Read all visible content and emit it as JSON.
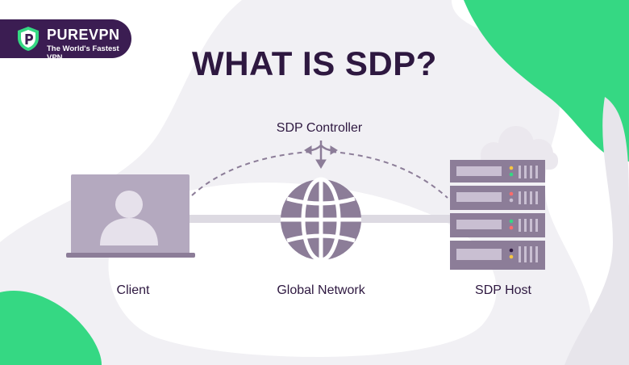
{
  "brand": {
    "name": "PUREVPN",
    "tagline": "The World's Fastest VPN",
    "logo_icon": "shield-p-icon"
  },
  "title": "WHAT IS SDP?",
  "diagram": {
    "controller_label": "SDP Controller",
    "client_label": "Client",
    "network_label": "Global Network",
    "host_label": "SDP Host"
  },
  "colors": {
    "background": "#f1f0f4",
    "blob_white": "#ffffff",
    "accent_green": "#35d883",
    "brand_purple": "#3b1d52",
    "title_purple": "#2e1840",
    "device_purple": "#8c7d98",
    "device_light": "#b4a9bf",
    "line_gray": "#dddae2"
  }
}
